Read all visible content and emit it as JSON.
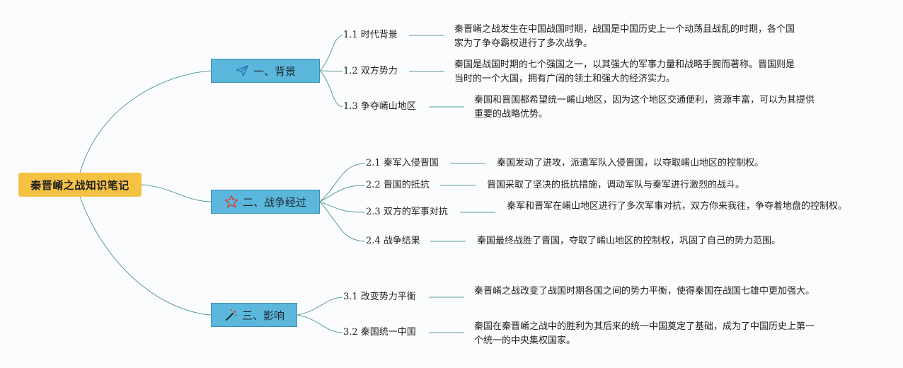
{
  "root": {
    "label": "秦晋崤之战知识笔记"
  },
  "branches": [
    {
      "label": "一、背景",
      "icon": "paper-plane-icon",
      "subs": [
        {
          "label": "1.1 时代背景",
          "desc": "秦晋崤之战发生在中国战国时期，战国是中国历史上一个动荡且战乱的时期，各个国家为了争夺霸权进行了多次战争。"
        },
        {
          "label": "1.2 双方势力",
          "desc": "秦国是战国时期的七个强国之一，以其强大的军事力量和战略手腕而著称。晋国则是当时的一个大国，拥有广阔的领土和强大的经济实力。"
        },
        {
          "label": "1.3 争夺崤山地区",
          "desc": "秦国和晋国都希望统一崤山地区，因为这个地区交通便利，资源丰富，可以为其提供重要的战略优势。"
        }
      ]
    },
    {
      "label": "二、战争经过",
      "icon": "star-icon",
      "subs": [
        {
          "label": "2.1 秦军入侵晋国",
          "desc": "秦国发动了进攻，派遣军队入侵晋国，以夺取崤山地区的控制权。"
        },
        {
          "label": "2.2 晋国的抵抗",
          "desc": "晋国采取了坚决的抵抗措施，调动军队与秦军进行激烈的战斗。"
        },
        {
          "label": "2.3 双方的军事对抗",
          "desc": "秦军和晋军在崤山地区进行了多次军事对抗，双方你来我往，争夺着地盘的控制权。"
        },
        {
          "label": "2.4 战争结果",
          "desc": "秦国最终战胜了晋国，夺取了崤山地区的控制权，巩固了自己的势力范围。"
        }
      ]
    },
    {
      "label": "三、影响",
      "icon": "magic-wand-icon",
      "subs": [
        {
          "label": "3.1 改变势力平衡",
          "desc": "秦晋崤之战改变了战国时期各国之间的势力平衡，使得秦国在战国七雄中更加强大。"
        },
        {
          "label": "3.2 秦国统一中国",
          "desc": "秦国在秦晋崤之战中的胜利为其后来的统一中国奠定了基础，成为了中国历史上第一个统一的中央集权国家。"
        }
      ]
    }
  ],
  "colors": {
    "root_fill": "#f6c244",
    "branch_fill": "#5bb8dc",
    "link": "#5a9e96",
    "icon_accent": "#e03a3a",
    "icon_blue": "#2a73b8"
  }
}
